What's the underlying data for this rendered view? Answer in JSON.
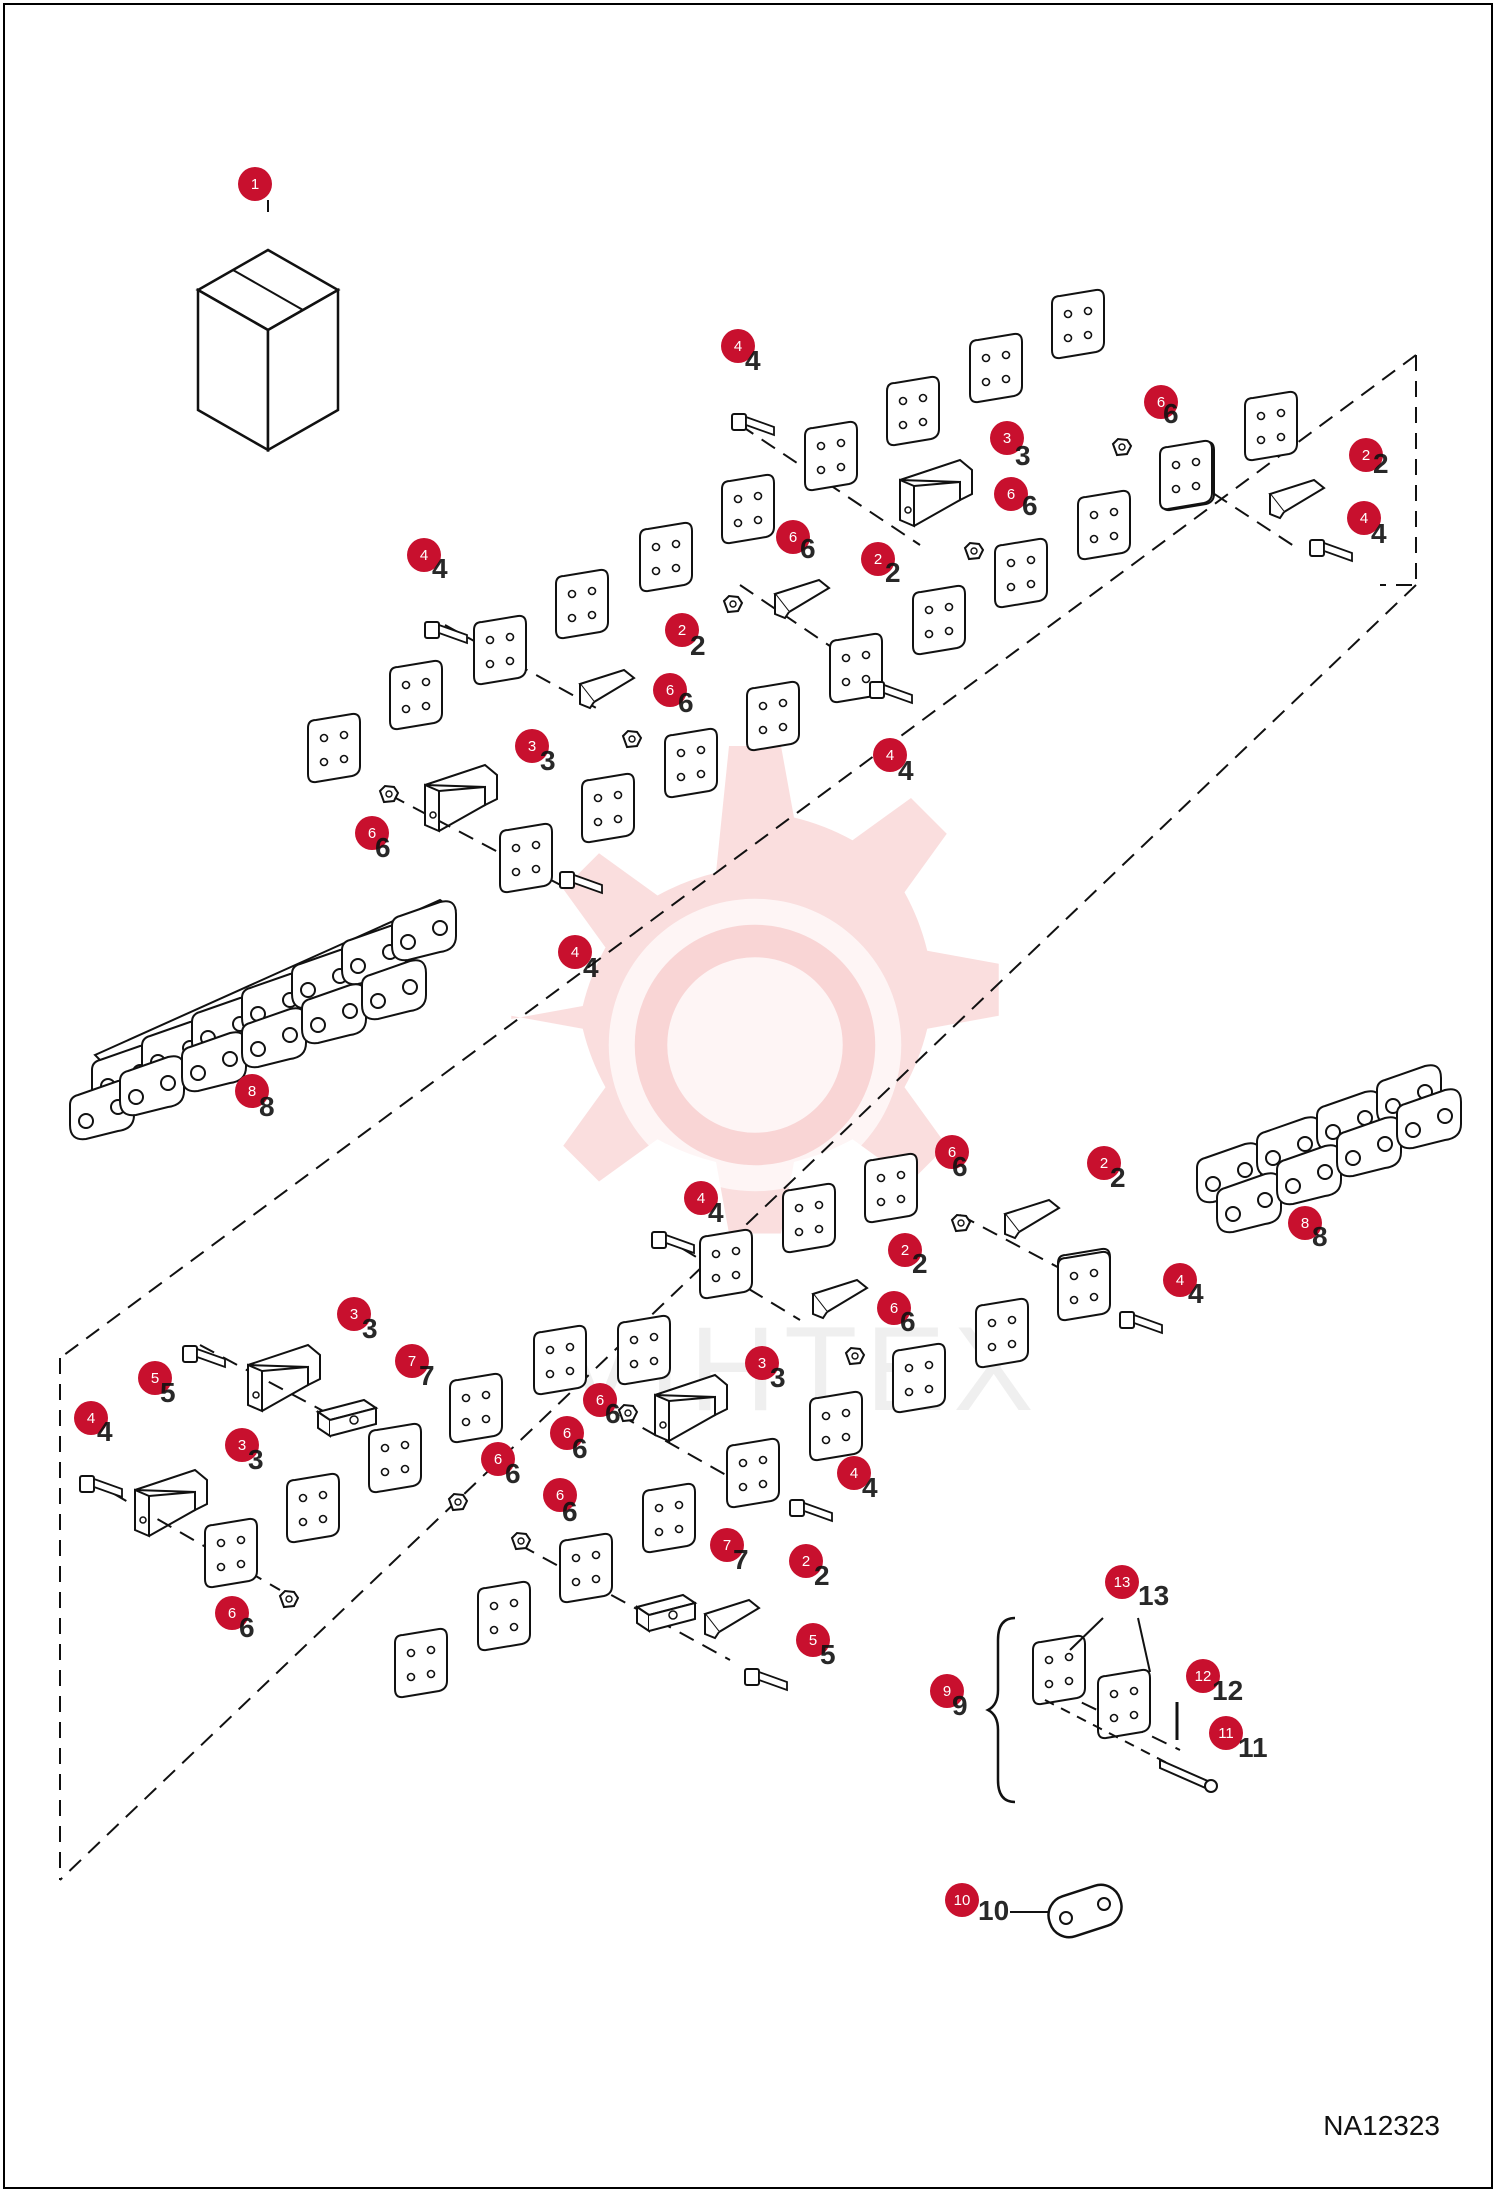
{
  "figure_id": "NA12323",
  "watermark_text": "VIHTEX",
  "colors": {
    "callout": "#c8102e",
    "line": "#111111",
    "watermark": "#f4b6b6"
  },
  "callouts": [
    {
      "n": "1"
    },
    {
      "n": "4"
    },
    {
      "n": "3"
    },
    {
      "n": "6"
    },
    {
      "n": "6"
    },
    {
      "n": "2"
    },
    {
      "n": "4"
    },
    {
      "n": "2"
    },
    {
      "n": "6"
    },
    {
      "n": "4"
    },
    {
      "n": "2"
    },
    {
      "n": "6"
    },
    {
      "n": "4"
    },
    {
      "n": "3"
    },
    {
      "n": "6"
    },
    {
      "n": "4"
    },
    {
      "n": "8"
    },
    {
      "n": "6"
    },
    {
      "n": "2"
    },
    {
      "n": "4"
    },
    {
      "n": "2"
    },
    {
      "n": "6"
    },
    {
      "n": "4"
    },
    {
      "n": "8"
    },
    {
      "n": "3"
    },
    {
      "n": "5"
    },
    {
      "n": "7"
    },
    {
      "n": "4"
    },
    {
      "n": "3"
    },
    {
      "n": "6"
    },
    {
      "n": "3"
    },
    {
      "n": "6"
    },
    {
      "n": "6"
    },
    {
      "n": "4"
    },
    {
      "n": "6"
    },
    {
      "n": "7"
    },
    {
      "n": "2"
    },
    {
      "n": "5"
    },
    {
      "n": "6"
    },
    {
      "n": "13"
    },
    {
      "n": "12"
    },
    {
      "n": "9"
    },
    {
      "n": "11"
    },
    {
      "n": "10"
    }
  ]
}
